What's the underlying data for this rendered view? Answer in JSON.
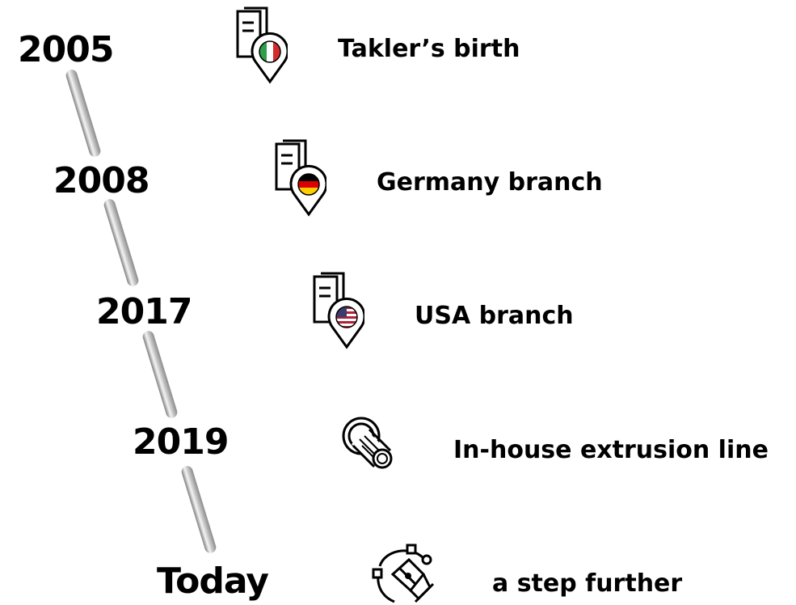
{
  "timeline": {
    "milestones": [
      {
        "year": "2005",
        "label": "Takler’s birth",
        "icon": "document-location-pin-italy-flag-icon"
      },
      {
        "year": "2008",
        "label": "Germany branch",
        "icon": "document-location-pin-germany-flag-icon"
      },
      {
        "year": "2017",
        "label": "USA branch",
        "icon": "document-location-pin-usa-flag-icon"
      },
      {
        "year": "2019",
        "label": "In-house extrusion line",
        "icon": "extrusion-cable-icon"
      },
      {
        "year": "Today",
        "label": "a step further",
        "icon": "pen-tool-vector-icon"
      }
    ]
  },
  "colors": {
    "text": "#000000",
    "connector_light": "#f2f2f2",
    "connector_dark": "#8c8c8c",
    "italy": [
      "#2e9e4a",
      "#ffffff",
      "#d42a2a"
    ],
    "germany": [
      "#000000",
      "#dd0000",
      "#ffce00"
    ],
    "usa": [
      "#b22234",
      "#ffffff",
      "#3c3b6e"
    ]
  }
}
